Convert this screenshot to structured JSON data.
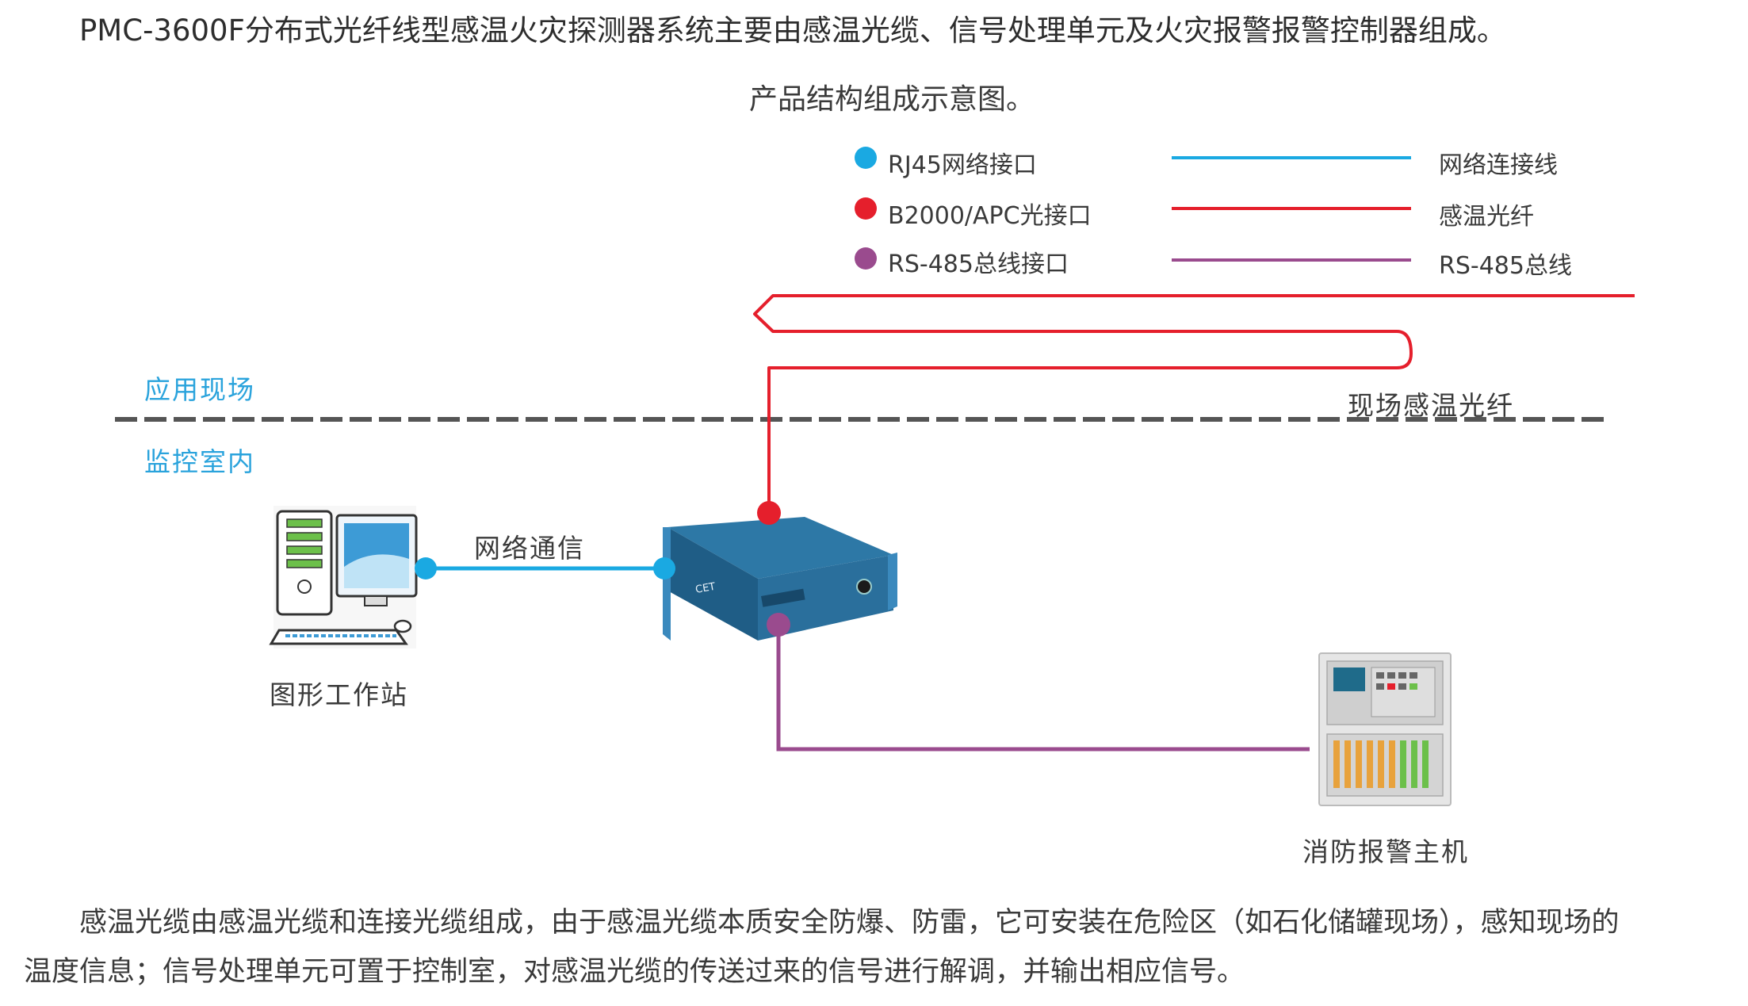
{
  "intro": "PMC-3600F分布式光纤线型感温火灾探测器系统主要由感温光缆、信号处理单元及火灾报警报警控制器组成。",
  "caption": "产品结构组成示意图。",
  "legend": {
    "ports": [
      {
        "label": "RJ45网络接口",
        "color": "#1aa9e2"
      },
      {
        "label": "B2000/APC光接口",
        "color": "#e51f2c"
      },
      {
        "label": "RS-485总线接口",
        "color": "#9a4b8e"
      }
    ],
    "lines": [
      {
        "label": "网络连接线",
        "color": "#1aa9e2"
      },
      {
        "label": "感温光纤",
        "color": "#e51f2c"
      },
      {
        "label": "RS-485总线",
        "color": "#9a4b8e"
      }
    ]
  },
  "zones": {
    "field": "应用现场",
    "room": "监控室内"
  },
  "labels": {
    "field_fiber": "现场感温光纤",
    "network_comm": "网络通信",
    "workstation": "图形工作站",
    "fire_panel": "消防报警主机"
  },
  "outro": {
    "line1": "感温光缆由感温光缆和连接光缆组成，由于感温光缆本质安全防爆、防雷，它可安装在危险区（如石化储罐现场），感知现场的",
    "line2": "温度信息；信号处理单元可置于控制室，对感温光缆的传送过来的信号进行解调，并输出相应信号。"
  }
}
